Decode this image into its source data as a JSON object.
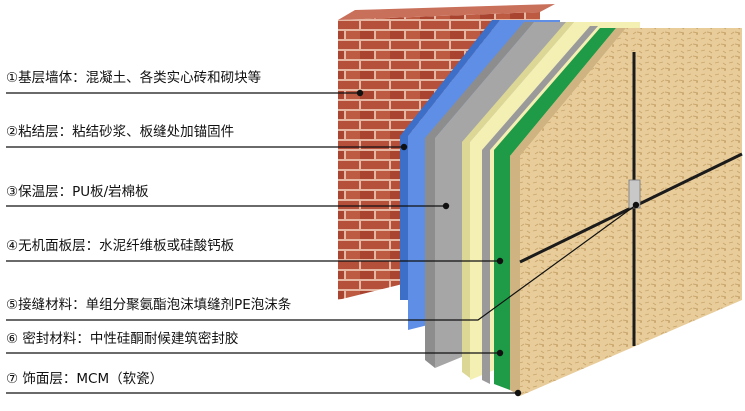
{
  "labels": [
    "①基层墙体：混凝土、各类实心砖和砌块等",
    "②粘结层：粘结砂浆、板缝处加锚固件",
    "③保温层：PU板/岩棉板",
    "④无机面板层：水泥纤维板或硅酸钙板",
    "⑤接缝材料：单组分聚氨酯泡沫填缝剂PE泡沫条",
    "⑥ 密封材料：中性硅酮耐候建筑密封胶",
    "⑦ 饰面层：MCM（软瓷）"
  ],
  "colors": {
    "brick": "#b5503a",
    "mortar": "#e6b7a3",
    "adhesive_blue": "#5f8ee6",
    "insulation_gray": "#a6a6a6",
    "panel_yellow": "#f4f0b4",
    "sealant_green": "#1f9a46",
    "finish_face": "#e9cf9f",
    "leader_line": "#111111"
  }
}
